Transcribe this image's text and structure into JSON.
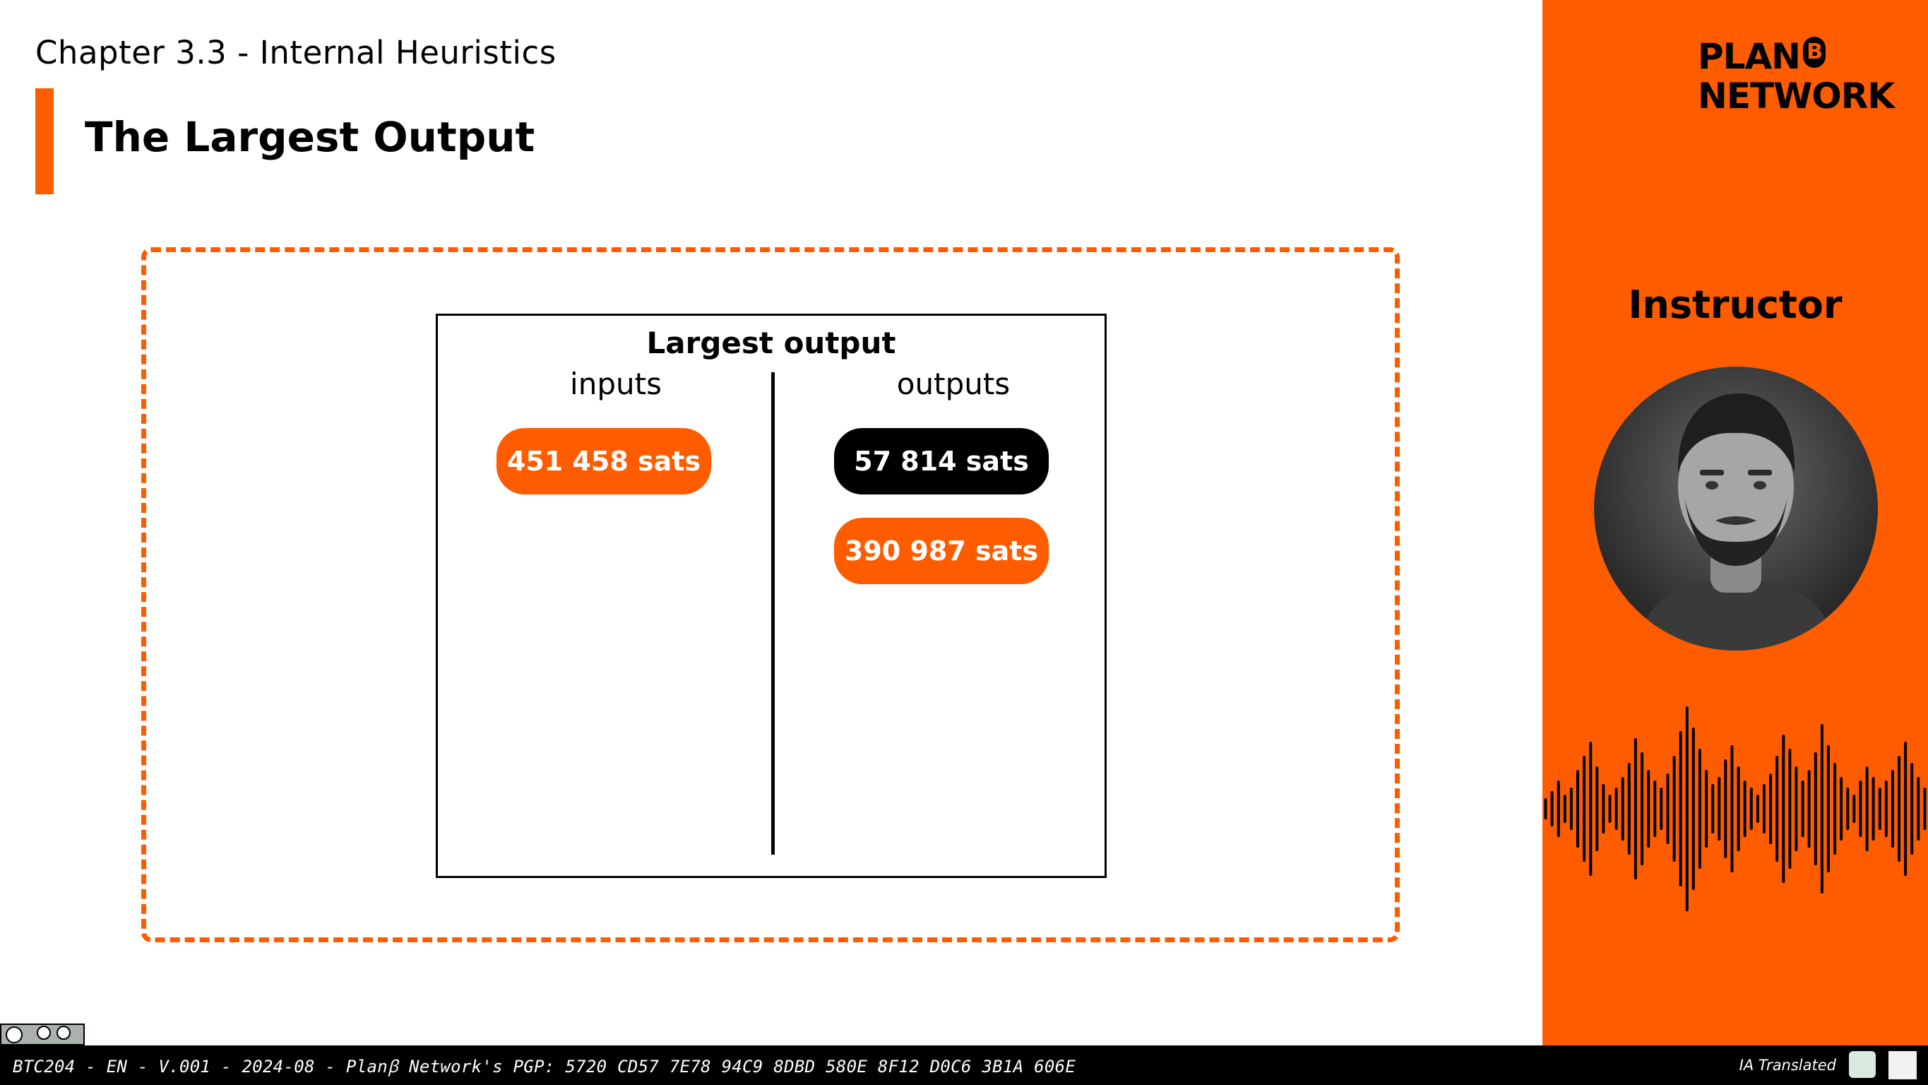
{
  "header": {
    "chapter": "Chapter 3.3 - Internal Heuristics",
    "title": "The Largest Output"
  },
  "diagram": {
    "title": "Largest output",
    "inputs_label": "inputs",
    "outputs_label": "outputs",
    "inputs": [
      {
        "value": "451 458 sats",
        "color": "#ff5c00"
      }
    ],
    "outputs": [
      {
        "value": "57 814 sats",
        "color": "#000000"
      },
      {
        "value": "390 987 sats",
        "color": "#ff5c00"
      }
    ]
  },
  "sidebar": {
    "logo_line1": "PLAN",
    "logo_badge": "B",
    "logo_line2": "NETWORK",
    "instructor_label": "Instructor",
    "avatar_icon": "instructor-portrait",
    "accent": "#ff5c00"
  },
  "footer": {
    "meta": "BTC204 - EN - V.001 - 2024-08 - Planꞵ Network's PGP: 5720 CD57 7E78 94C9 8DBD 580E 8F12 D0C6 3B1A 606E",
    "ia_label": "IA Translated",
    "license_icon": "cc-by-sa-icon"
  }
}
